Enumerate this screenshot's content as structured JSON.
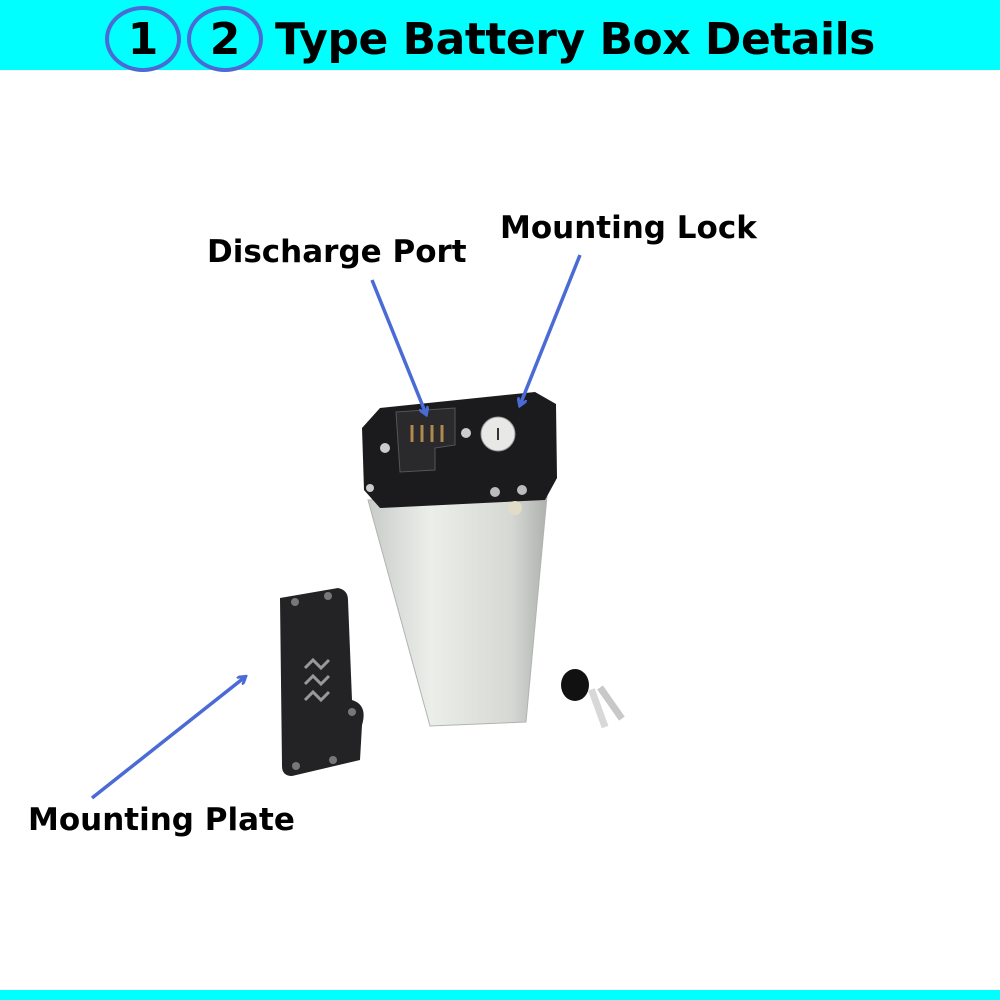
{
  "header": {
    "badge_1": "1",
    "badge_2": "2",
    "title": "Type Battery Box Details"
  },
  "labels": {
    "discharge_port": "Discharge Port",
    "mounting_lock": "Mounting Lock",
    "mounting_plate": "Mounting Plate"
  },
  "colors": {
    "banner": "#00ffff",
    "arrow": "#4a6bd6"
  }
}
